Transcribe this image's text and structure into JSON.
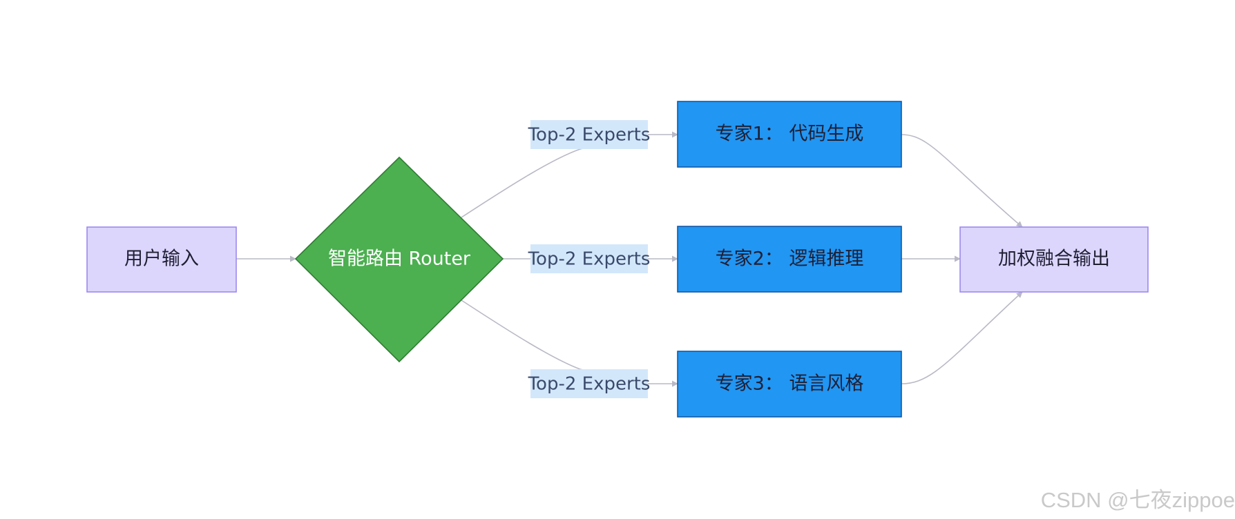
{
  "nodes": {
    "input": {
      "label": "用户输入"
    },
    "router": {
      "label": "智能路由 Router"
    },
    "expert1": {
      "label": "专家1： 代码生成"
    },
    "expert2": {
      "label": "专家2： 逻辑推理"
    },
    "expert3": {
      "label": "专家3： 语言风格"
    },
    "output": {
      "label": "加权融合输出"
    }
  },
  "edges": {
    "route_label_1": "Top-2 Experts",
    "route_label_2": "Top-2 Experts",
    "route_label_3": "Top-2 Experts"
  },
  "colors": {
    "io_fill": "#dcd6fd",
    "router_fill": "#4caf50",
    "expert_fill": "#2196f3",
    "edge": "#b9b9c6",
    "edge_label_bg": "#d3e7fb"
  },
  "watermark": "CSDN @七夜zippoe"
}
